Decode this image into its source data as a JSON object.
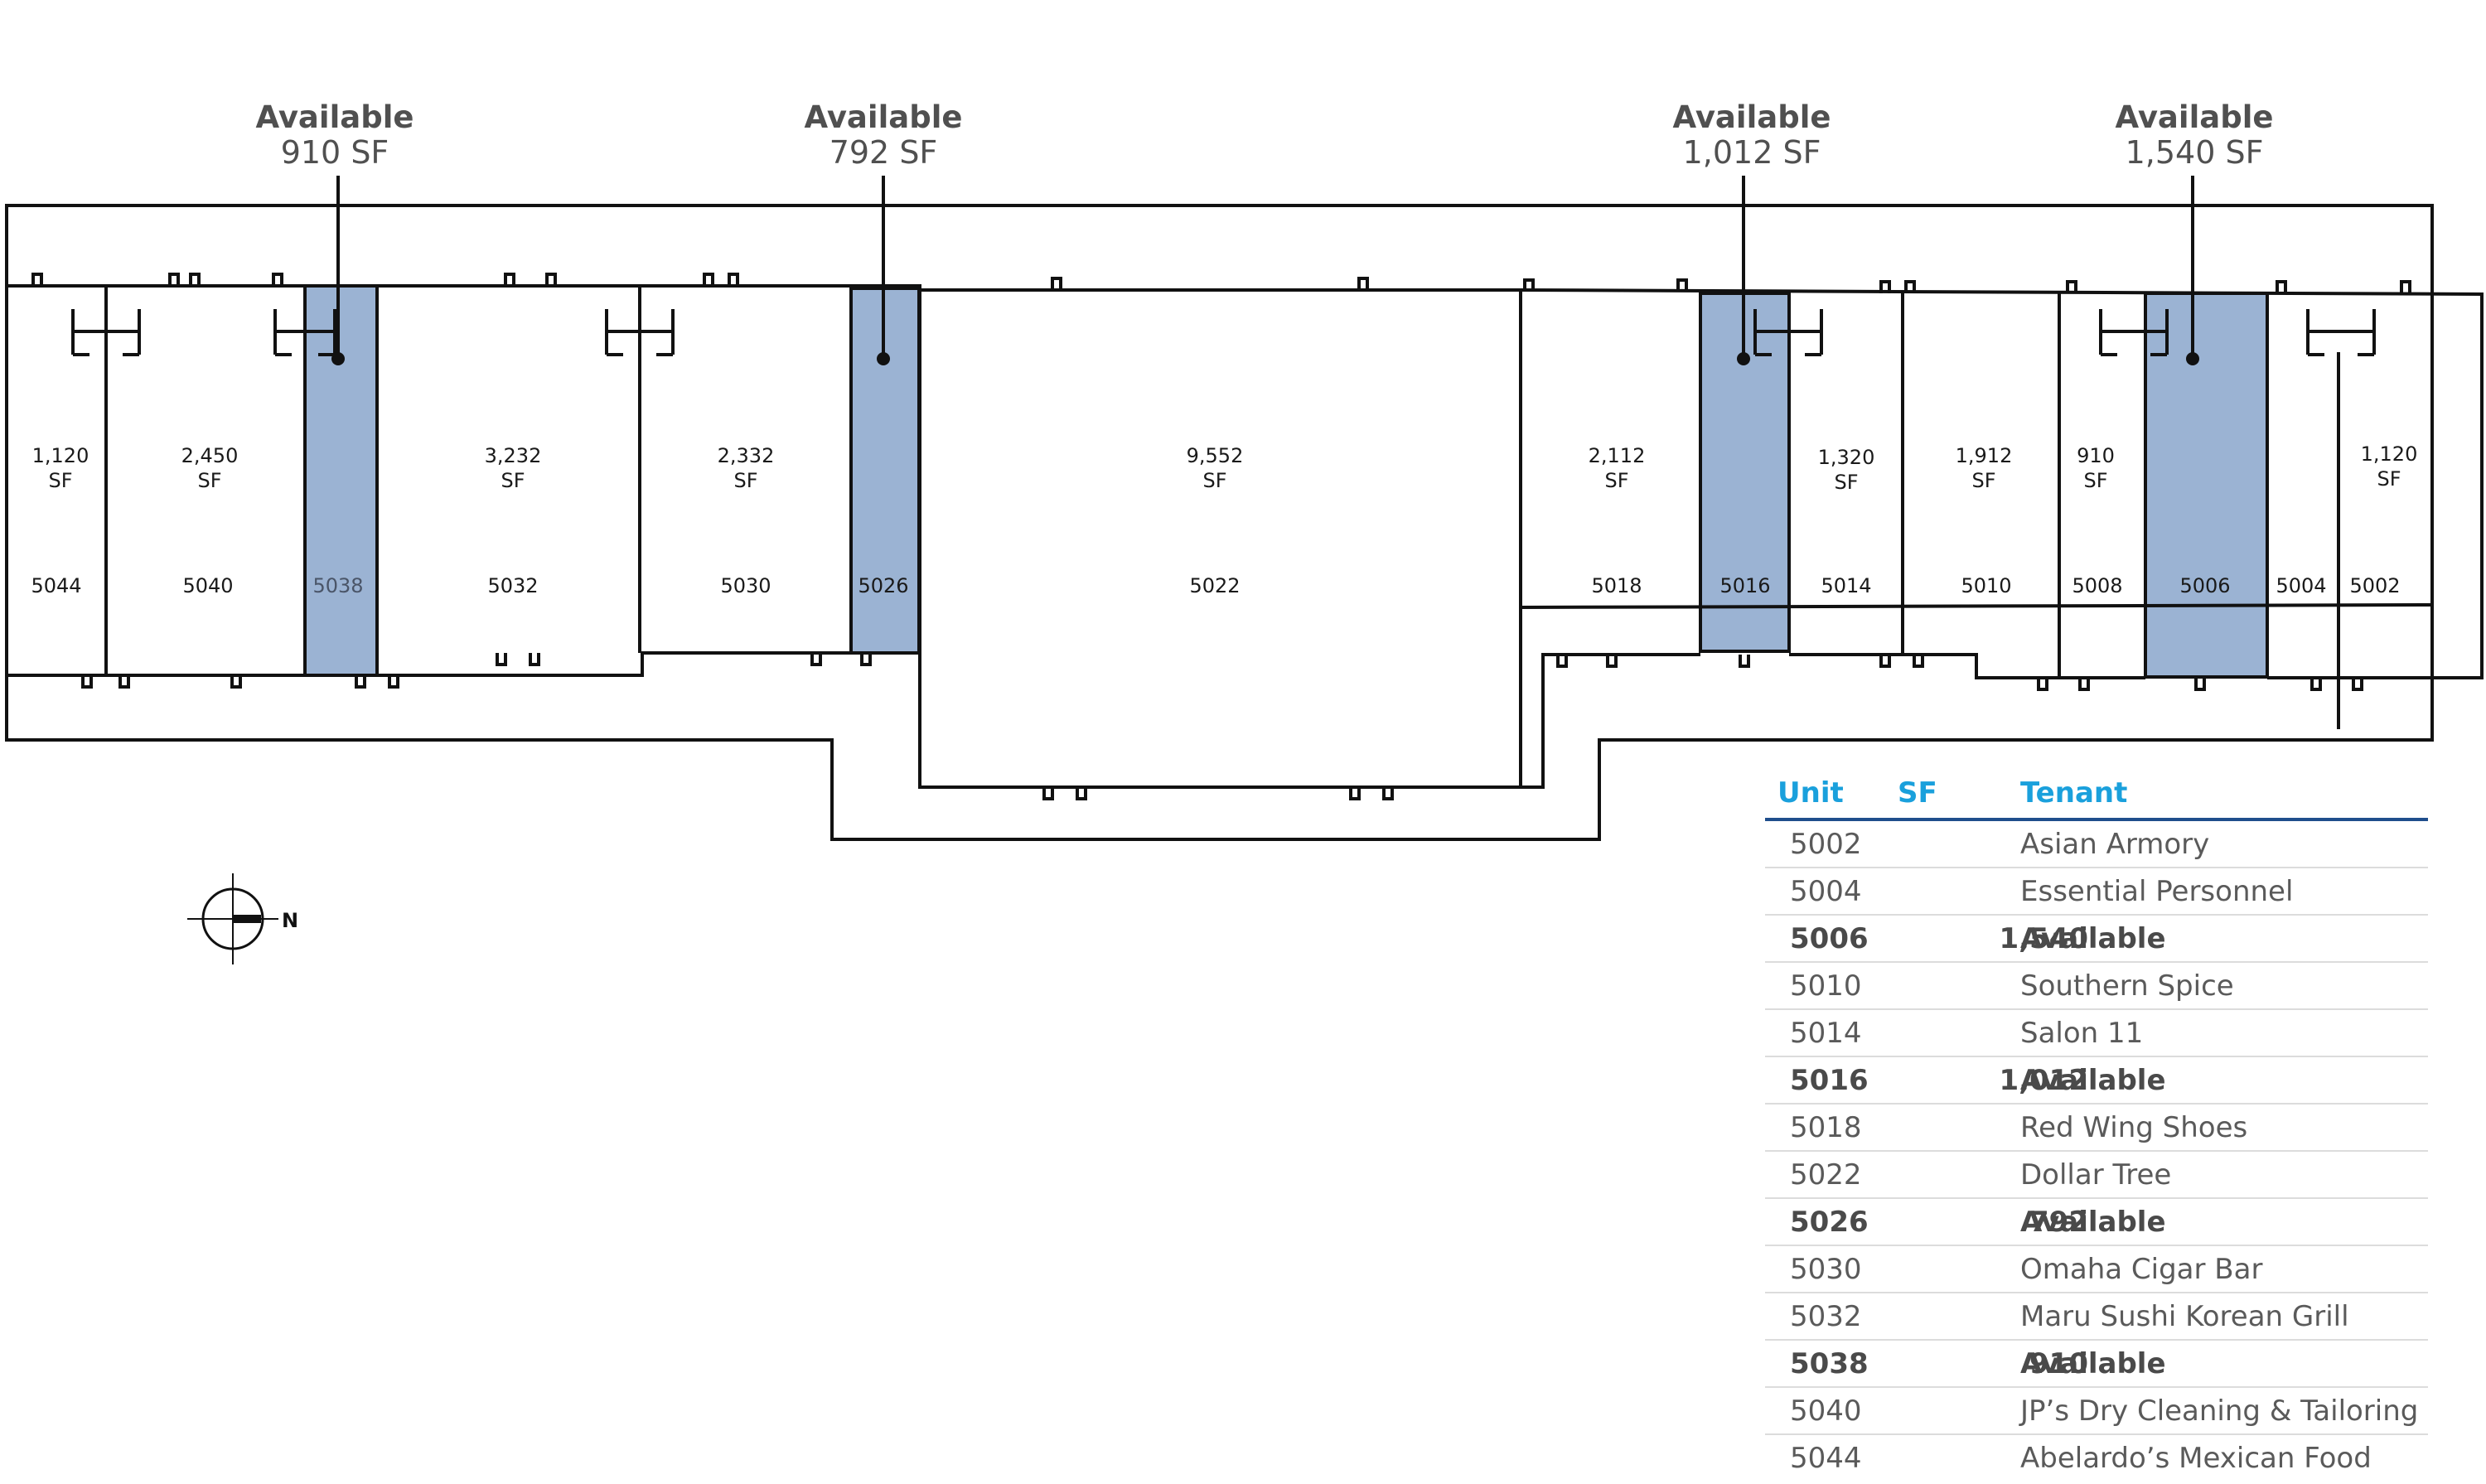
{
  "colors": {
    "available_fill": "#9bb3d3",
    "line": "#111111",
    "header_text": "#1aa0dc",
    "header_rule": "#1f4e8c"
  },
  "callouts": [
    {
      "title": "Available",
      "sf": "910 SF"
    },
    {
      "title": "Available",
      "sf": "792 SF"
    },
    {
      "title": "Available",
      "sf": "1,012 SF"
    },
    {
      "title": "Available",
      "sf": "1,540 SF"
    }
  ],
  "units": [
    {
      "num": "5044",
      "sf1": "1,120",
      "sf2": "SF"
    },
    {
      "num": "5040",
      "sf1": "2,450",
      "sf2": "SF"
    },
    {
      "num": "5038",
      "sf1": "",
      "sf2": ""
    },
    {
      "num": "5032",
      "sf1": "3,232",
      "sf2": "SF"
    },
    {
      "num": "5030",
      "sf1": "2,332",
      "sf2": "SF"
    },
    {
      "num": "5026",
      "sf1": "",
      "sf2": ""
    },
    {
      "num": "5022",
      "sf1": "9,552",
      "sf2": "SF"
    },
    {
      "num": "5018",
      "sf1": "2,112",
      "sf2": "SF"
    },
    {
      "num": "5016",
      "sf1": "",
      "sf2": ""
    },
    {
      "num": "5014",
      "sf1": "1,320",
      "sf2": "SF"
    },
    {
      "num": "5010",
      "sf1": "1,912",
      "sf2": "SF"
    },
    {
      "num": "5008",
      "sf1": "910",
      "sf2": "SF"
    },
    {
      "num": "5006",
      "sf1": "",
      "sf2": ""
    },
    {
      "num": "5004",
      "sf1": "",
      "sf2": ""
    },
    {
      "num": "5002",
      "sf1": "1,120",
      "sf2": "SF"
    }
  ],
  "compass": {
    "label": "N"
  },
  "legend": {
    "headers": {
      "unit": "Unit",
      "sf": "SF",
      "tenant": "Tenant"
    },
    "rows": [
      {
        "unit": "5002",
        "sf": "",
        "tenant": "Asian Armory"
      },
      {
        "unit": "5004",
        "sf": "",
        "tenant": "Essential Personnel"
      },
      {
        "unit": "5006",
        "sf": "1,540",
        "tenant": "Available"
      },
      {
        "unit": "5010",
        "sf": "",
        "tenant": "Southern Spice"
      },
      {
        "unit": "5014",
        "sf": "",
        "tenant": "Salon 11"
      },
      {
        "unit": "5016",
        "sf": "1,012",
        "tenant": "Available"
      },
      {
        "unit": "5018",
        "sf": "",
        "tenant": "Red Wing Shoes"
      },
      {
        "unit": "5022",
        "sf": "",
        "tenant": "Dollar Tree"
      },
      {
        "unit": "5026",
        "sf": "792",
        "tenant": "Available"
      },
      {
        "unit": "5030",
        "sf": "",
        "tenant": "Omaha Cigar Bar"
      },
      {
        "unit": "5032",
        "sf": "",
        "tenant": "Maru Sushi Korean Grill"
      },
      {
        "unit": "5038",
        "sf": "910",
        "tenant": "Available"
      },
      {
        "unit": "5040",
        "sf": "",
        "tenant": "JP’s Dry Cleaning & Tailoring"
      },
      {
        "unit": "5044",
        "sf": "",
        "tenant": "Abelardo’s Mexican Food"
      }
    ]
  }
}
